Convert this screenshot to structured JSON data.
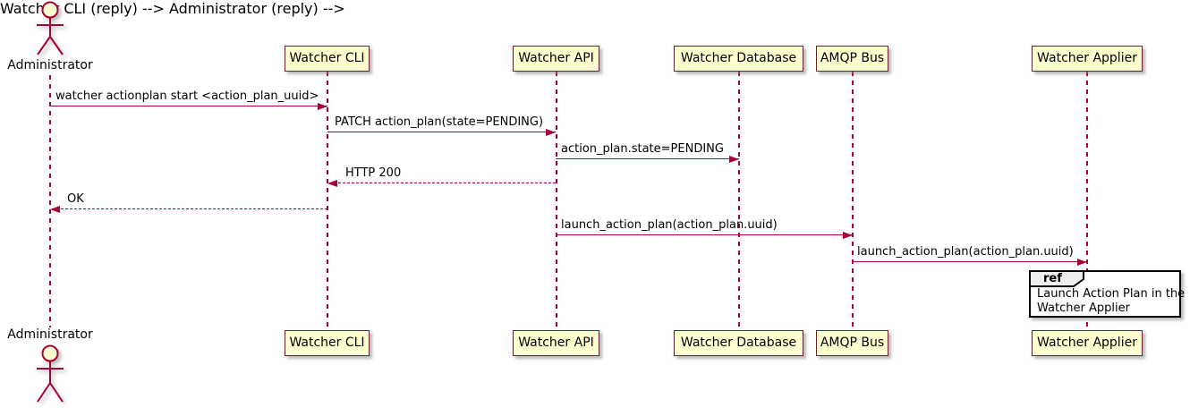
{
  "diagram_type": "sequence",
  "actor": {
    "label": "Administrator"
  },
  "participants": {
    "cli": "Watcher CLI",
    "api": "Watcher API",
    "db": "Watcher Database",
    "amqp": "AMQP Bus",
    "applier": "Watcher Applier"
  },
  "messages": [
    {
      "from": "Administrator",
      "to": "Watcher CLI",
      "label": "watcher actionplan start <action_plan_uuid>",
      "line": "solid",
      "direction": "right"
    },
    {
      "from": "Watcher CLI",
      "to": "Watcher API",
      "label": "PATCH action_plan(state=PENDING)",
      "line": "solid",
      "direction": "right"
    },
    {
      "from": "Watcher API",
      "to": "Watcher Database",
      "label": "action_plan.state=PENDING",
      "line": "solid",
      "direction": "right"
    },
    {
      "from": "Watcher API",
      "to": "Watcher CLI",
      "label": "HTTP 200",
      "line": "dashed",
      "direction": "left"
    },
    {
      "from": "Watcher CLI",
      "to": "Administrator",
      "label": "OK",
      "line": "dashed",
      "direction": "left"
    },
    {
      "from": "Watcher API",
      "to": "AMQP Bus",
      "label": "launch_action_plan(action_plan.uuid)",
      "line": "solid",
      "direction": "right"
    },
    {
      "from": "AMQP Bus",
      "to": "Watcher Applier",
      "label": "launch_action_plan(action_plan.uuid)",
      "line": "solid",
      "direction": "right"
    }
  ],
  "ref_fragment": {
    "keyword": "ref",
    "over": "Watcher Applier",
    "line1": "Launch Action Plan in the",
    "line2": "Watcher Applier"
  },
  "colors": {
    "participant_fill": "#FEFECE",
    "participant_border": "#A80036",
    "line_color": "#A80036",
    "text_color": "#000000",
    "ref_border": "#000000",
    "ref_tab_fill": "#EEEEEE",
    "background": "#FFFFFF"
  }
}
